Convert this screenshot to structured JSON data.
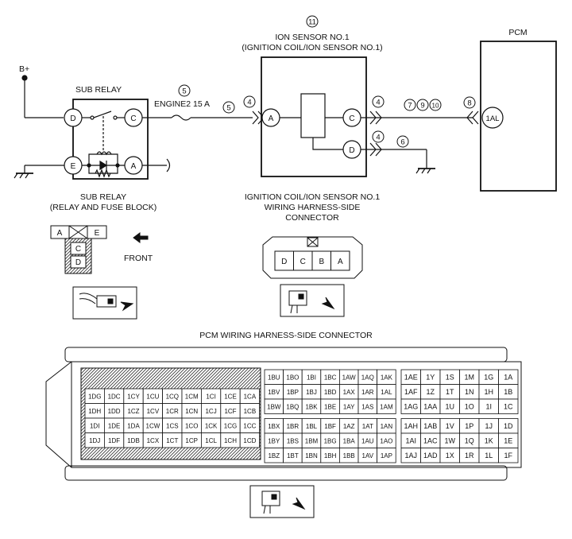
{
  "labels": {
    "b_plus": "B+",
    "sub_relay_top": "SUB RELAY",
    "engine_fuse": "ENGINE2 15 A",
    "ion_sensor_line1": "ION SENSOR NO.1",
    "ion_sensor_line2": "(IGNITION COIL/ION SENSOR NO.1)",
    "pcm": "PCM",
    "sub_relay_line1": "SUB RELAY",
    "sub_relay_line2": "(RELAY AND FUSE BLOCK)",
    "ign_conn_line1": "IGNITION COIL/ION SENSOR NO.1",
    "ign_conn_line2": "WIRING HARNESS-SIDE",
    "ign_conn_line3": "CONNECTOR",
    "front": "FRONT",
    "pcm_connector_title": "PCM WIRING HARNESS-SIDE CONNECTOR"
  },
  "circled_numbers": {
    "n11": "11",
    "n5a": "5",
    "n5b": "5",
    "n4a": "4",
    "n4b": "4",
    "n4c": "4",
    "n6": "6",
    "n7": "7",
    "n9": "9",
    "n10": "10",
    "n8": "8"
  },
  "terminals": {
    "relay_d": "D",
    "relay_c": "C",
    "relay_e": "E",
    "relay_a": "A",
    "sensor_a": "A",
    "sensor_c": "C",
    "sensor_d": "D",
    "pcm_1al": "1AL"
  },
  "relay_connector": {
    "pins": [
      "A",
      "E",
      "C",
      "D"
    ]
  },
  "ign_connector": {
    "pins": [
      "D",
      "C",
      "B",
      "A"
    ]
  },
  "pcm_connector": {
    "left_block": [
      [
        "1DG",
        "1DC",
        "1CY",
        "1CU",
        "1CQ",
        "1CM",
        "1CI",
        "1CE",
        "1CA"
      ],
      [
        "1DH",
        "1DD",
        "1CZ",
        "1CV",
        "1CR",
        "1CN",
        "1CJ",
        "1CF",
        "1CB"
      ],
      [
        "1DI",
        "1DE",
        "1DA",
        "1CW",
        "1CS",
        "1CO",
        "1CK",
        "1CG",
        "1CC"
      ],
      [
        "1DJ",
        "1DF",
        "1DB",
        "1CX",
        "1CT",
        "1CP",
        "1CL",
        "1CH",
        "1CD"
      ]
    ],
    "middle_block": [
      [
        "1BU",
        "1BO",
        "1BI",
        "1BC",
        "1AW",
        "1AQ",
        "1AK"
      ],
      [
        "1BV",
        "1BP",
        "1BJ",
        "1BD",
        "1AX",
        "1AR",
        "1AL"
      ],
      [
        "1BW",
        "1BQ",
        "1BK",
        "1BE",
        "1AY",
        "1AS",
        "1AM"
      ],
      [
        "1BX",
        "1BR",
        "1BL",
        "1BF",
        "1AZ",
        "1AT",
        "1AN"
      ],
      [
        "1BY",
        "1BS",
        "1BM",
        "1BG",
        "1BA",
        "1AU",
        "1AO"
      ],
      [
        "1BZ",
        "1BT",
        "1BN",
        "1BH",
        "1BB",
        "1AV",
        "1AP"
      ]
    ],
    "right_block": [
      [
        "1AE",
        "1Y",
        "1S",
        "1M",
        "1G",
        "1A"
      ],
      [
        "1AF",
        "1Z",
        "1T",
        "1N",
        "1H",
        "1B"
      ],
      [
        "1AG",
        "1AA",
        "1U",
        "1O",
        "1I",
        "1C"
      ],
      [
        "1AH",
        "1AB",
        "1V",
        "1P",
        "1J",
        "1D"
      ],
      [
        "1AI",
        "1AC",
        "1W",
        "1Q",
        "1K",
        "1E"
      ],
      [
        "1AJ",
        "1AD",
        "1X",
        "1R",
        "1L",
        "1F"
      ]
    ]
  }
}
